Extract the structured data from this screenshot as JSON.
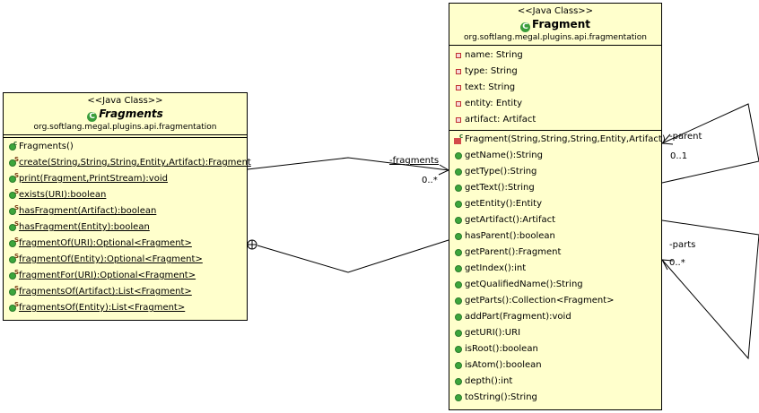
{
  "fragments_class": {
    "stereotype": "<<Java Class>>",
    "name": "Fragments",
    "package": "org.softlang.megal.plugins.api.fragmentation",
    "methods": [
      "Fragments()",
      "create(String,String,String,Entity,Artifact):Fragment",
      "print(Fragment,PrintStream):void",
      "exists(URI):boolean",
      "hasFragment(Artifact):boolean",
      "hasFragment(Entity):boolean",
      "fragmentOf(URI):Optional<Fragment>",
      "fragmentOf(Entity):Optional<Fragment>",
      "fragmentFor(URI):Optional<Fragment>",
      "fragmentsOf(Artifact):List<Fragment>",
      "fragmentsOf(Entity):List<Fragment>"
    ]
  },
  "fragment_class": {
    "stereotype": "<<Java Class>>",
    "name": "Fragment",
    "package": "org.softlang.megal.plugins.api.fragmentation",
    "fields": [
      "name: String",
      "type: String",
      "text: String",
      "entity: Entity",
      "artifact: Artifact"
    ],
    "methods": [
      "Fragment(String,String,String,Entity,Artifact)",
      "getName():String",
      "getType():String",
      "getText():String",
      "getEntity():Entity",
      "getArtifact():Artifact",
      "hasParent():boolean",
      "getParent():Fragment",
      "getIndex():int",
      "getQualifiedName():String",
      "getParts():Collection<Fragment>",
      "addPart(Fragment):void",
      "getURI():URI",
      "isRoot():boolean",
      "isAtom():boolean",
      "depth():int",
      "toString():String"
    ]
  },
  "associations": {
    "fragments_role": "-fragments",
    "fragments_mult": "0..*",
    "parent_role": "-parent",
    "parent_mult": "0..1",
    "parts_role": "-parts",
    "parts_mult": "0..*"
  },
  "colors": {
    "class_fill": "#ffffcc",
    "method_icon": "#3ca63c",
    "field_icon": "#c03030"
  }
}
